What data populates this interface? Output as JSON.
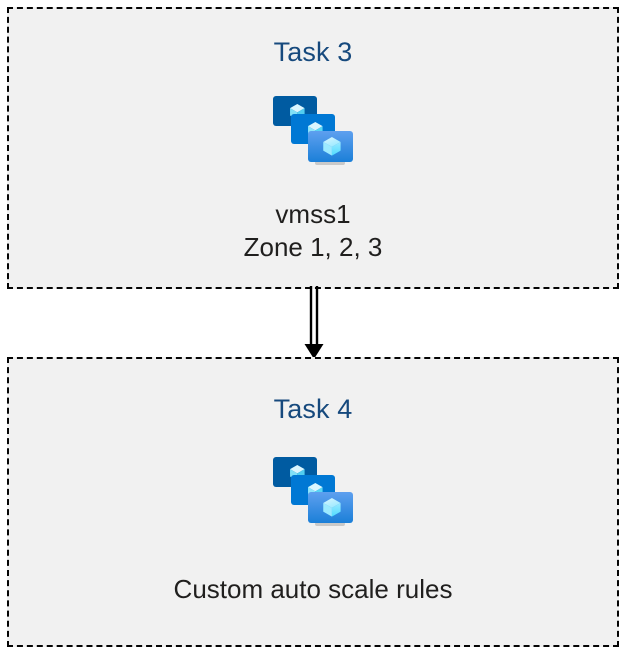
{
  "diagram": {
    "type": "flow",
    "background_color": "#ffffff",
    "box_fill_color": "#f1f1f1",
    "box_border_color": "#050505",
    "box_border_style": "dashed",
    "title_color": "#16497d",
    "caption_color": "#201f1e",
    "nodes": [
      {
        "id": "task3",
        "title": "Task 3",
        "icon": "vmss-icon",
        "caption_lines": [
          "vmss1",
          "Zone 1, 2, 3"
        ]
      },
      {
        "id": "task4",
        "title": "Task 4",
        "icon": "vmss-icon",
        "caption_lines": [
          "Custom auto scale rules"
        ]
      }
    ],
    "connectors": [
      {
        "id": "task3-to-task4",
        "from": "task3",
        "to": "task4",
        "style": "double-line",
        "arrowhead": "solid-triangle",
        "color": "#000000",
        "direction": "down"
      }
    ]
  },
  "boxes": {
    "task3": {
      "title": "Task 3",
      "caption_line_1": "vmss1",
      "caption_line_2": "Zone 1, 2, 3"
    },
    "task4": {
      "title": "Task 4",
      "caption_line_1": "Custom auto scale rules"
    }
  },
  "icon": {
    "name": "vmss-icon",
    "label": "Virtual machine scale set",
    "colors": {
      "monitor_back": "#005ba1",
      "monitor_mid": "#0078d4",
      "monitor_front_top": "#5ea0ef",
      "monitor_front_bottom": "#1b7fd8",
      "cube_light": "#c3f1ff",
      "cube_mid": "#9cebff",
      "cube_dark": "#50e6ff",
      "stand": "#b3b3b3"
    }
  }
}
